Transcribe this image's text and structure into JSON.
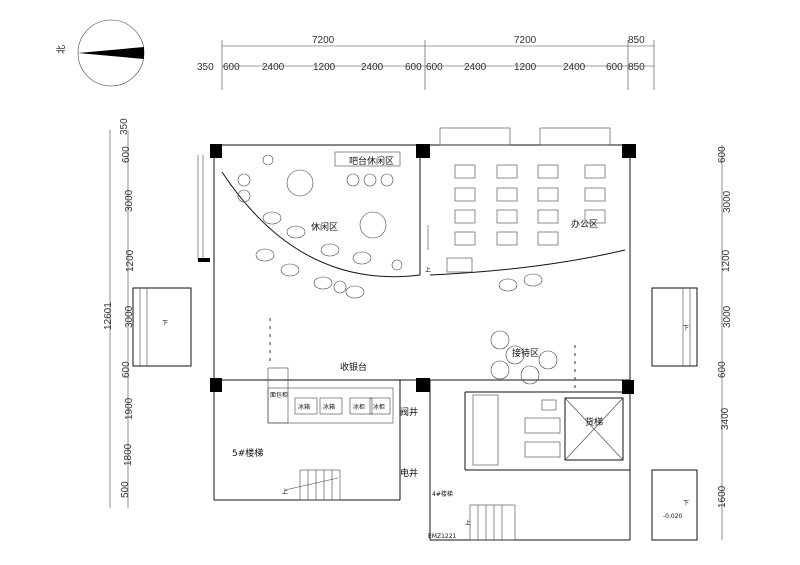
{
  "north_label": "北",
  "top_dims_row1": [
    "7200",
    "7200",
    "850"
  ],
  "top_dims_row2": [
    "350",
    "600",
    "2400",
    "1200",
    "2400",
    "600",
    "600",
    "2400",
    "1200",
    "2400",
    "600",
    "850"
  ],
  "left_total": "12601",
  "left_dims": [
    "350",
    "600",
    "3000",
    "1200",
    "3000",
    "600",
    "1900",
    "1800",
    "500"
  ],
  "right_dims": [
    "600",
    "3000",
    "1200",
    "3000",
    "600",
    "3400",
    "1600"
  ],
  "rooms": {
    "bar_lounge": "吧台休闲区",
    "lounge": "休闲区",
    "office": "办公区",
    "reception": "接待区",
    "cashier": "收银台",
    "valve_well": "阀井",
    "elec_well": "电井",
    "stair5": "5#楼梯",
    "stair4": "4#楼梯",
    "cargo_lift": "货梯",
    "door_code": "EMZ1221",
    "level": "-0.020"
  },
  "up_labels": [
    "上",
    "上",
    "上"
  ],
  "down_labels": [
    "下",
    "下",
    "下"
  ],
  "counter_items": [
    "面包柜",
    "冰箱",
    "冰箱",
    "冰柜",
    "冰柜"
  ]
}
